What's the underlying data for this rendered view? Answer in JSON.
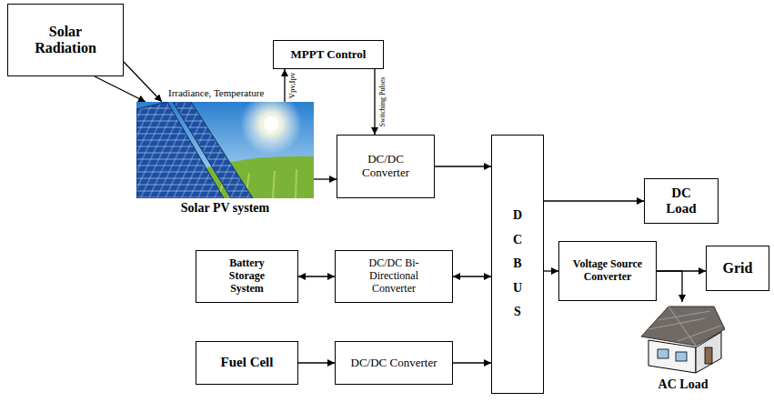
{
  "diagram": {
    "nodes": [
      {
        "text": [
          "Solar Radiation"
        ]
      },
      {
        "text": [
          "MPPT Control"
        ]
      },
      {
        "text": [
          "Solar PV system"
        ]
      },
      {
        "text": [
          "DC/DC Converter"
        ]
      },
      {
        "text": [
          "DC BUS"
        ]
      },
      {
        "text": [
          "DC Load"
        ]
      },
      {
        "text": [
          "Battery Storage System"
        ]
      },
      {
        "text": [
          "DC/DC Bi-Directional Converter"
        ]
      },
      {
        "text": [
          "Voltage Source Converter"
        ]
      },
      {
        "text": [
          "Grid"
        ]
      },
      {
        "text": [
          "Fuel Cell"
        ]
      },
      {
        "text": [
          "DC/DC Converter"
        ]
      },
      {
        "text": [
          "AC Load"
        ]
      }
    ],
    "edges": [
      {
        "from": 0,
        "to": 2,
        "arrow": "to"
      },
      {
        "from": 0,
        "to": 2,
        "arrow": "to"
      },
      {
        "from": 2,
        "to": 1,
        "arrow": "to",
        "label": "Vpv,Ipv"
      },
      {
        "from": 1,
        "to": 3,
        "arrow": "to",
        "label": "Switching Pulses"
      },
      {
        "from": 2,
        "to": 3,
        "arrow": "to"
      },
      {
        "from": 3,
        "to": 4,
        "arrow": "to"
      },
      {
        "from": 4,
        "to": 5,
        "arrow": "to"
      },
      {
        "from": 6,
        "to": 7,
        "arrow": "both"
      },
      {
        "from": 7,
        "to": 4,
        "arrow": "both"
      },
      {
        "from": 4,
        "to": 8,
        "arrow": "to"
      },
      {
        "from": 8,
        "to": 9,
        "arrow": "to"
      },
      {
        "from": 8,
        "to": 12,
        "arrow": "to"
      },
      {
        "from": 10,
        "to": 11,
        "arrow": "to"
      },
      {
        "from": 11,
        "to": 4,
        "arrow": "to"
      }
    ],
    "labels": [
      "Irradiance, Temperature"
    ]
  }
}
